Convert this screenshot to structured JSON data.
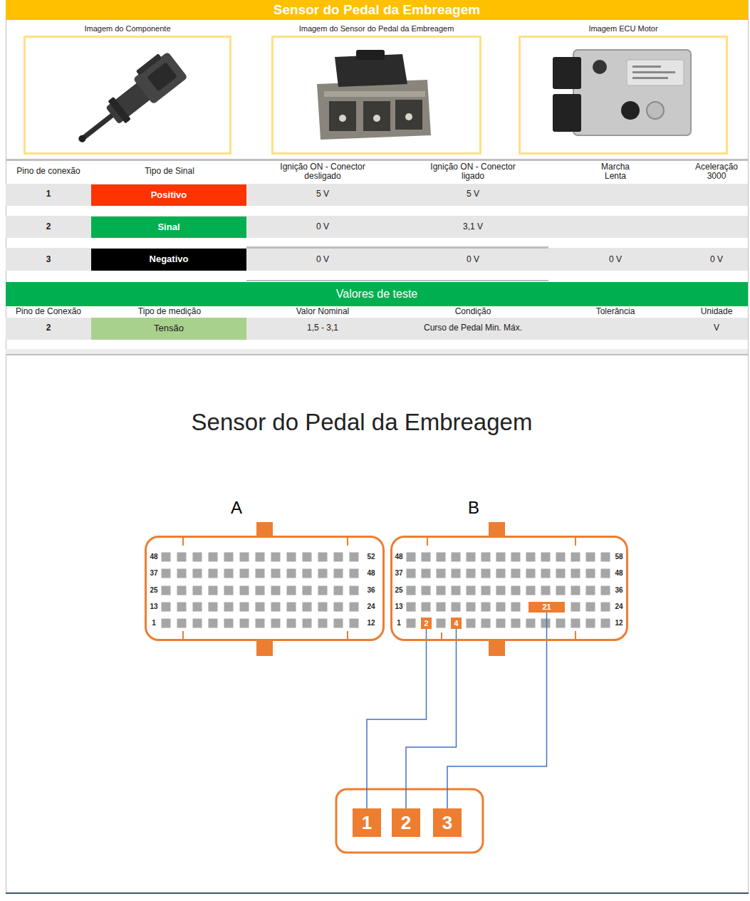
{
  "diagram": {
    "title": "Sensor do Pedal da Embreagem",
    "nodes": [
      {
        "text": [
          "Imagem do Componente"
        ]
      },
      {
        "text": [
          "Imagem do Sensor do Pedal da Embreagem"
        ]
      },
      {
        "text": [
          "Imagem ECU Motor"
        ]
      },
      {
        "text": [
          "Positivo"
        ]
      },
      {
        "text": [
          "Sinal"
        ]
      },
      {
        "text": [
          "Negativo"
        ]
      },
      {
        "text": [
          "Valores de teste"
        ]
      },
      {
        "text": [
          "Tensão"
        ]
      },
      {
        "text": [
          "A"
        ]
      },
      {
        "text": [
          "B"
        ]
      },
      {
        "text": [
          "2"
        ],
        "in": 9
      },
      {
        "text": [
          "4"
        ],
        "in": 9
      },
      {
        "text": [
          "21"
        ],
        "in": 9
      },
      {
        "text": [
          "1"
        ]
      },
      {
        "text": [
          "2"
        ]
      },
      {
        "text": [
          "3"
        ]
      }
    ],
    "edges": [
      {
        "from": 10,
        "to": 13,
        "arrow": "none"
      },
      {
        "from": 11,
        "to": 14,
        "arrow": "none"
      },
      {
        "from": 12,
        "to": 15,
        "arrow": "none"
      }
    ],
    "labels": [
      "Pino de conexão",
      "Tipo de Sinal",
      "Ignição ON - Conector desligado",
      "Ignição ON - Conector ligado",
      "Marcha Lenta",
      "Aceleração 3000",
      "1",
      "5 V",
      "5 V",
      "2",
      "0 V",
      "3,1 V",
      "3",
      "0 V",
      "0 V",
      "0 V",
      "0 V",
      "Pino de Conexão",
      "Tipo de medição",
      "Valor Nominal",
      "Condição",
      "Tolerância",
      "Unidade",
      "2",
      "1,5 - 3,1",
      "Curso de Pedal Min. Máx.",
      "V",
      "Sensor do Pedal da Embreagem",
      "48",
      "52",
      "37",
      "48",
      "25",
      "36",
      "13",
      "24",
      "1",
      "12",
      "48",
      "58",
      "37",
      "48",
      "25",
      "36",
      "13",
      "24",
      "1",
      "12"
    ]
  }
}
